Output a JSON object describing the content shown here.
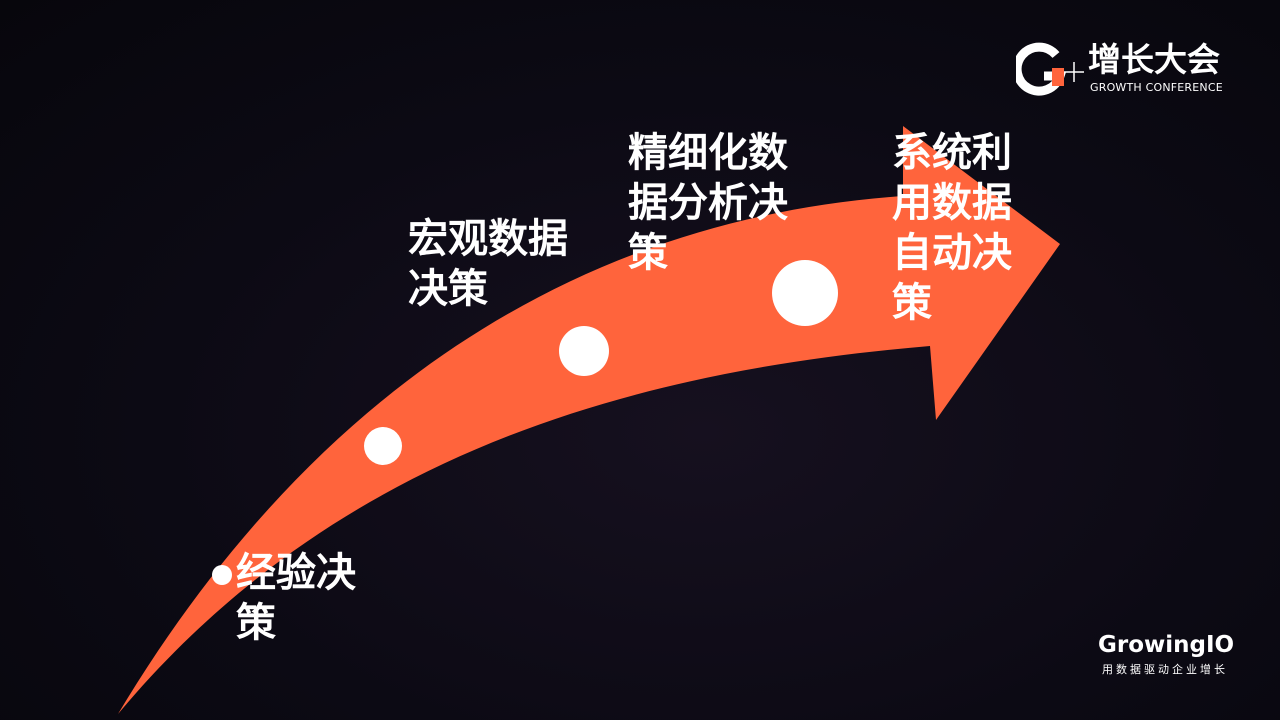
{
  "diagram": {
    "stages": [
      {
        "label": "经验决策"
      },
      {
        "label": "宏观数据决策"
      },
      {
        "label": "精细化数据分析决策"
      },
      {
        "label": "系统利用数据自动决策"
      }
    ],
    "colors": {
      "arrow": "#ff643c",
      "dot": "#ffffff",
      "background": "#0c0a14"
    }
  },
  "branding": {
    "conference_title": "增长大会",
    "conference_subtitle": "GROWTH CONFERENCE",
    "logo_icon": "g-plus-logo-icon",
    "logo_accent": "#ff643c",
    "company_name": "GrowingIO",
    "company_slogan": "用数据驱动企业增长"
  }
}
